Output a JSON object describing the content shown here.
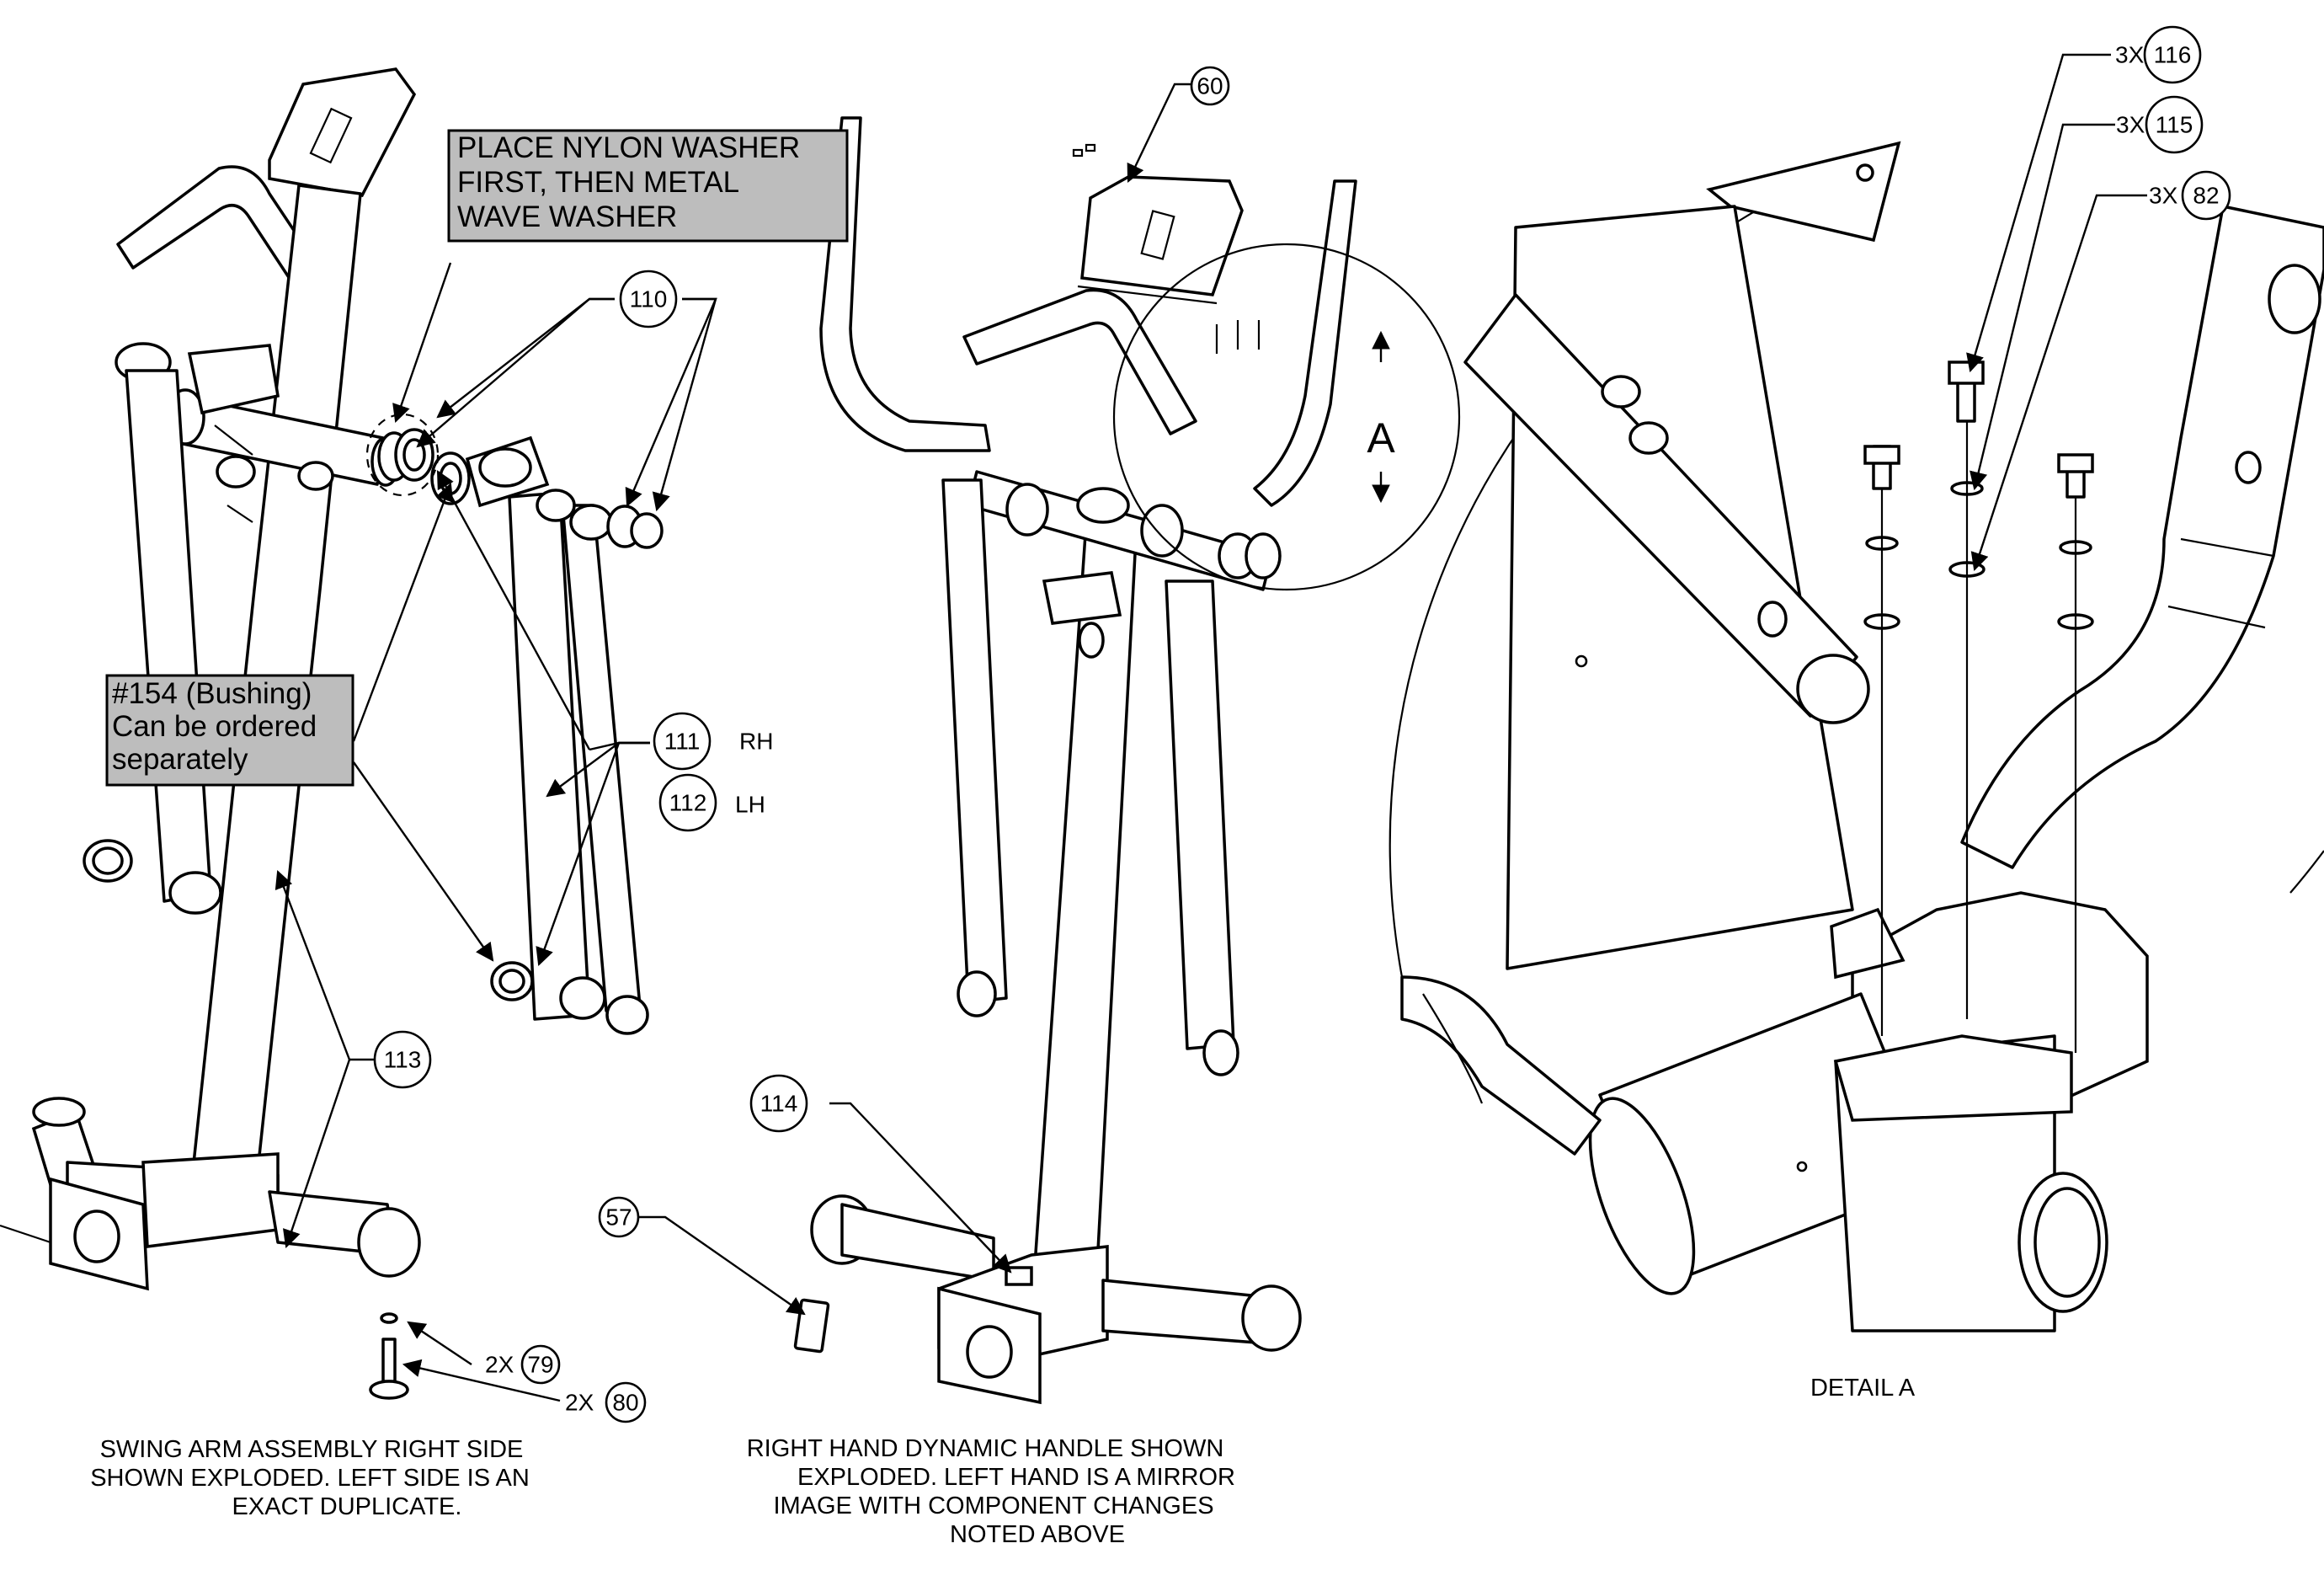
{
  "notes": {
    "washer": [
      "PLACE NYLON WASHER",
      "FIRST, THEN METAL",
      "WAVE WASHER"
    ],
    "bushing": [
      "#154 (Bushing)",
      "Can be ordered",
      "separately"
    ]
  },
  "balloons": {
    "b60": "60",
    "b110": "110",
    "b111": "111",
    "b112": "112",
    "b113": "113",
    "b114": "114",
    "b57": "57",
    "b79": "79",
    "b80": "80",
    "b116": "116",
    "b115": "115",
    "b82": "82"
  },
  "labels": {
    "rh": "RH",
    "lh": "LH",
    "qty_79": "2X",
    "qty_80": "2X",
    "qty_116": "3X",
    "qty_115": "3X",
    "qty_82": "3X",
    "detail_letter": "A"
  },
  "captions": {
    "left": [
      "SWING ARM ASSEMBLY RIGHT SIDE",
      "SHOWN EXPLODED. LEFT SIDE IS AN",
      "EXACT DUPLICATE."
    ],
    "middle": [
      "RIGHT HAND DYNAMIC HANDLE SHOWN",
      "EXPLODED. LEFT HAND IS A MIRROR",
      "IMAGE WITH COMPONENT CHANGES",
      "NOTED ABOVE"
    ],
    "detail": "DETAIL A"
  }
}
